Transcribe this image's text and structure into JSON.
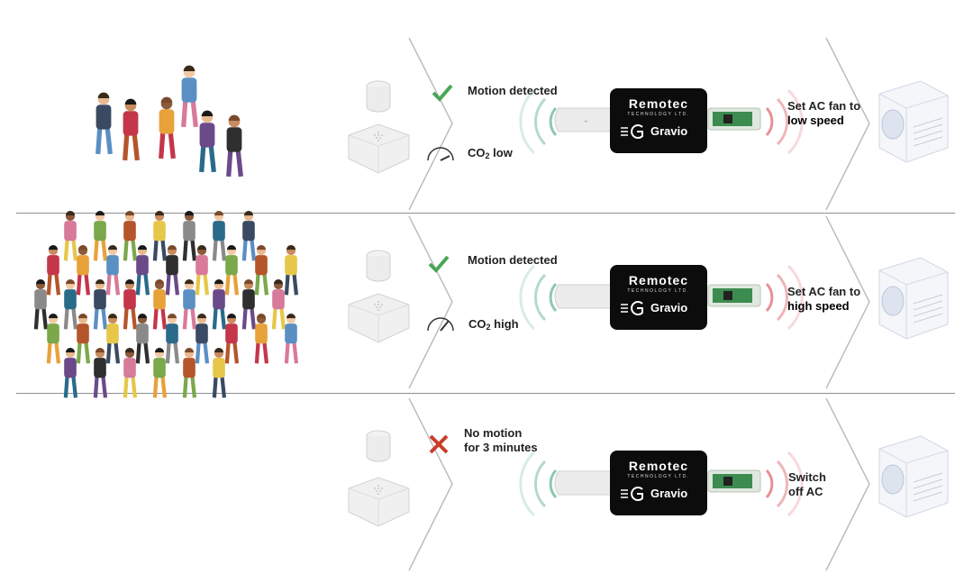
{
  "rows": [
    {
      "condition": {
        "line1": "Motion detected",
        "line2": ""
      },
      "condition_icon": "check-icon",
      "co2_label": "CO",
      "co2_sub": "2",
      "co2_level": "low",
      "hub": {
        "brand": "Remotec",
        "brand_sub": "TECHNOLOGY LTD.",
        "product": "Gravio"
      },
      "action": {
        "line1": "Set AC fan to",
        "line2": "low speed"
      }
    },
    {
      "condition": {
        "line1": "Motion detected",
        "line2": ""
      },
      "condition_icon": "check-icon",
      "co2_label": "CO",
      "co2_sub": "2",
      "co2_level": "high",
      "hub": {
        "brand": "Remotec",
        "brand_sub": "TECHNOLOGY LTD.",
        "product": "Gravio"
      },
      "action": {
        "line1": "Set AC fan to",
        "line2": "high speed"
      }
    },
    {
      "condition": {
        "line1": "No motion",
        "line2": "for 3 minutes"
      },
      "condition_icon": "cross-icon",
      "co2_label": "",
      "co2_sub": "",
      "co2_level": "",
      "hub": {
        "brand": "Remotec",
        "brand_sub": "TECHNOLOGY LTD.",
        "product": "Gravio"
      },
      "action": {
        "line1": "Switch",
        "line2": "off AC"
      }
    }
  ],
  "colors": {
    "check": "#4aa657",
    "cross": "#cc3a2a",
    "wave_green": "#7fc3a4",
    "wave_red": "#e4848a"
  }
}
